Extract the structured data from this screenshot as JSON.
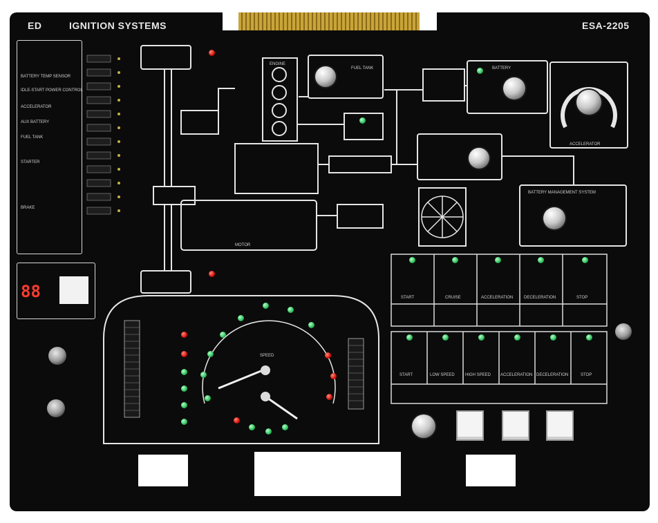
{
  "header": {
    "brand": "ED",
    "title": "IGNITION SYSTEMS",
    "model": "ESA-2205"
  },
  "indicators": {
    "items": [
      "BATTERY TEMP SENSOR",
      "IDLE-START POWER CONTROL",
      "ACCELERATOR",
      "AUX BATTERY",
      "FUEL TANK",
      "STARTER",
      "BRAKE"
    ]
  },
  "panels": {
    "digit_display": "88",
    "fuel_label": "FUEL TANK",
    "battery_label": "BATTERY",
    "accelerator_label": "ACCELERATOR",
    "bms_label": "BATTERY MANAGEMENT SYSTEM",
    "engine_label": "ENGINE",
    "motor_label": "MOTOR",
    "speed_value": "SPEED"
  },
  "matrix_top": {
    "rows": [
      [
        "START",
        "CRUISE",
        "ACCELERATION",
        "DECELERATION",
        "STOP"
      ]
    ]
  },
  "matrix_bottom": {
    "rows": [
      [
        "START",
        "LOW SPEED",
        "HIGH SPEED",
        "ACCELERATION",
        "DECELERATION",
        "STOP"
      ]
    ]
  },
  "colors": {
    "board": "#0b0b0b",
    "led_red": "#d4100a",
    "led_green": "#2fbe5c",
    "panel_line": "#d9d9d9"
  }
}
